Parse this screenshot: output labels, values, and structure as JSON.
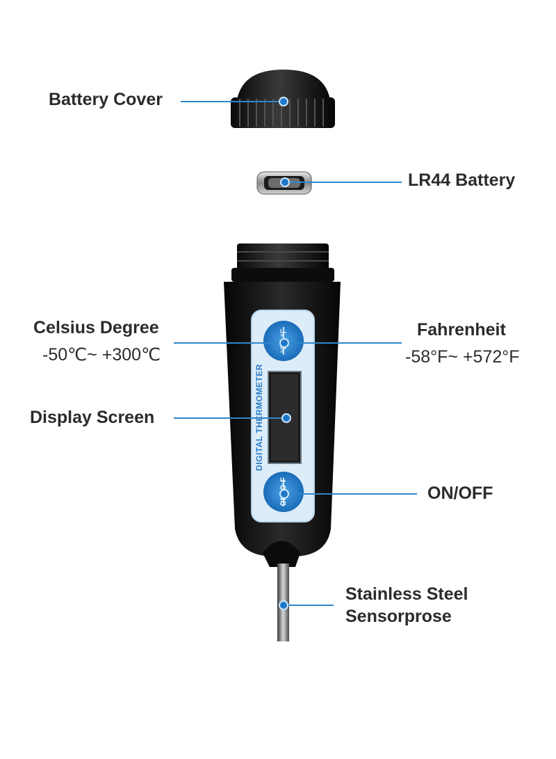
{
  "labels": {
    "battery_cover": "Battery Cover",
    "lr44_battery": "LR44 Battery",
    "celsius_line1": "Celsius Degree",
    "celsius_line2": "-50℃~ +300℃",
    "fahrenheit_line1": "Fahrenheit",
    "fahrenheit_line2": "-58°F~ +572°F",
    "display_screen": "Display Screen",
    "on_off": "ON/OFF",
    "steel_line1": "Stainless Steel",
    "steel_line2": "Sensorprose"
  },
  "device": {
    "body_text": "DIGITAL THERMOMETER",
    "top_button_top": "°C",
    "top_button_bottom": "°F",
    "bottom_button_top": "ON",
    "bottom_button_bottom": "O·F"
  },
  "colors": {
    "accent": "#1e78c8",
    "leader_line": "#2f86c9",
    "body": "#111111",
    "panel": "#dcecf8"
  }
}
